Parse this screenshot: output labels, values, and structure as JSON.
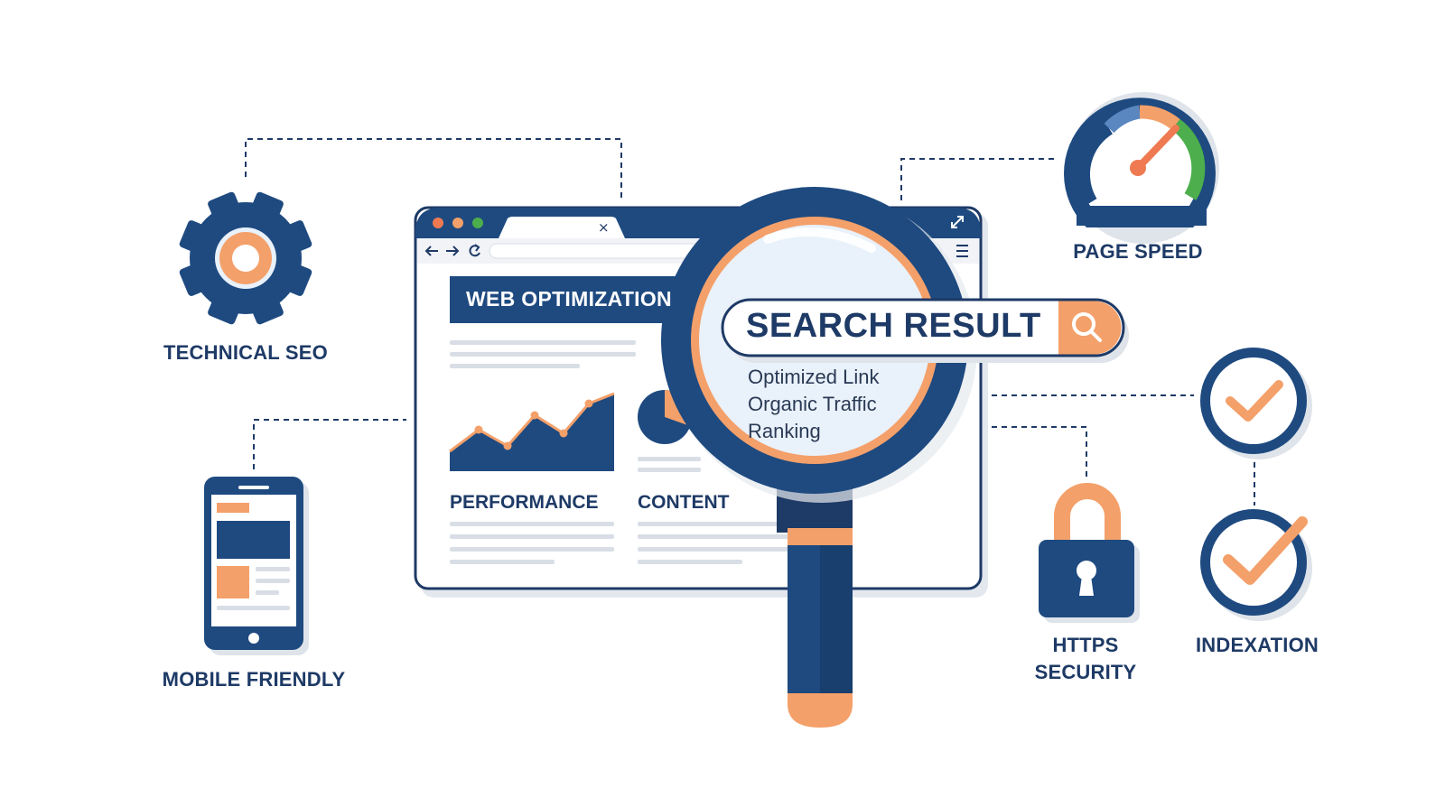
{
  "browser": {
    "title": "WEB OPTIMIZATION",
    "close_glyph": "×",
    "expand_icon": "expand-icon",
    "menu_icon": "hamburger-icon",
    "nav_icons": [
      "back-arrow-icon",
      "forward-arrow-icon",
      "reload-icon"
    ],
    "panels": {
      "performance_label": "PERFORMANCE",
      "content_label": "CONTENT"
    }
  },
  "search": {
    "query": "SEARCH RESULT",
    "button_icon": "search-icon",
    "results": [
      "Optimized Link",
      "Organic Traffic",
      "Ranking"
    ]
  },
  "features": {
    "technical_seo": "TECHNICAL SEO",
    "mobile_friendly": "MOBILE FRIENDLY",
    "page_speed": "PAGE SPEED",
    "https_line1": "HTTPS",
    "https_line2": "SECURITY",
    "indexation": "INDEXATION"
  },
  "icons": {
    "technical_seo": "gear-icon",
    "mobile_friendly": "smartphone-icon",
    "page_speed": "speedometer-icon",
    "https_security": "padlock-icon",
    "indexation": "checkmark-icon"
  },
  "colors": {
    "navy": "#1e4a80",
    "dark_navy": "#1e3a66",
    "orange": "#f4a06a",
    "green": "#4cae4c",
    "light_gray": "#d9dee6"
  }
}
